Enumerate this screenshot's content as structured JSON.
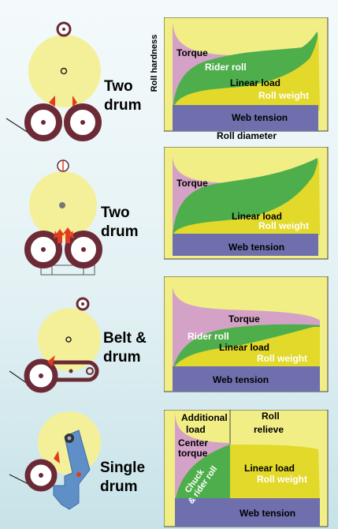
{
  "diagrams": [
    {
      "label_line1": "Two",
      "label_line2": "drum",
      "y_axis": "Roll hardness",
      "x_axis": "Roll diameter",
      "bands": {
        "torque": "Torque",
        "rider": "Rider roll",
        "linear": "Linear load",
        "weight": "Roll weight",
        "web": "Web tension"
      }
    },
    {
      "label_line1": "Two",
      "label_line2": "drum",
      "bands": {
        "torque": "Torque",
        "linear": "Linear load",
        "weight": "Roll weight",
        "web": "Web tension"
      }
    },
    {
      "label_line1": "Belt &",
      "label_line2": "drum",
      "bands": {
        "torque": "Torque",
        "rider": "Rider roll",
        "linear": "Linear load",
        "weight": "Roll weight",
        "web": "Web tension"
      }
    },
    {
      "label_line1": "Single",
      "label_line2": "drum",
      "bands": {
        "additional_1": "Additional",
        "additional_2": "load",
        "relieve_1": "Roll",
        "relieve_2": "relieve",
        "center_1": "Center",
        "center_2": "torque",
        "chuck_1": "Chuck",
        "chuck_2": "& rider roll",
        "linear": "Linear load",
        "weight": "Roll weight",
        "web": "Web tension"
      }
    }
  ],
  "colors": {
    "chart_bg": "#f2ee86",
    "torque": "#d4a2c6",
    "rider_roll": "#4fae4c",
    "linear_load": "#e2d92a",
    "web_tension": "#6f6fae",
    "roll": "#f4f09a",
    "drum": "#6b2a35",
    "arrow": "#e23c1e",
    "arm": "#5f8fc7"
  }
}
